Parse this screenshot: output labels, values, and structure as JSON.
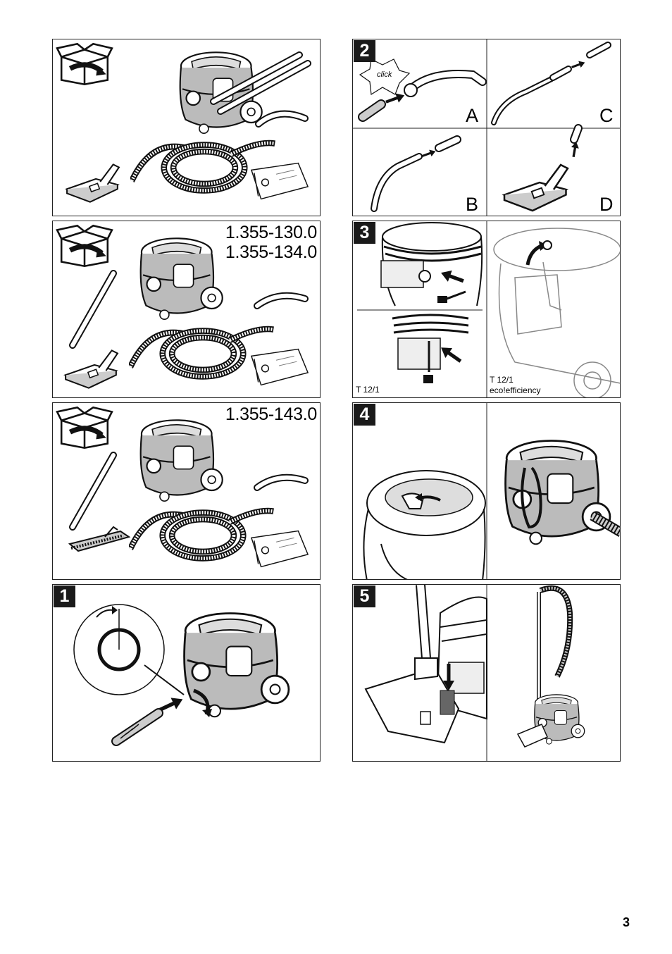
{
  "contents_panel_2": {
    "models": [
      "1.355-130.0",
      "1.355-134.0"
    ]
  },
  "contents_panel_3": {
    "models": [
      "1.355-143.0"
    ]
  },
  "step1": {
    "number": "1"
  },
  "step2": {
    "number": "2",
    "click_label": "click",
    "subs": {
      "a": "A",
      "b": "B",
      "c": "C",
      "d": "D"
    }
  },
  "step3": {
    "number": "3",
    "variant_left": "T 12/1",
    "variant_right_line1": "T 12/1",
    "variant_right_line2": "eco!efficiency"
  },
  "step4": {
    "number": "4"
  },
  "step5": {
    "number": "5"
  },
  "page": {
    "number": "3"
  }
}
